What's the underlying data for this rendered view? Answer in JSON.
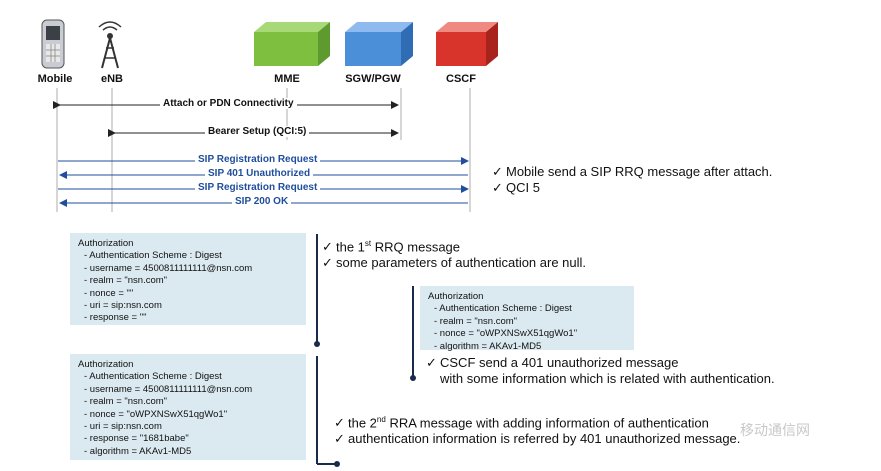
{
  "nodes": {
    "mobile": "Mobile",
    "enb": "eNB",
    "mme": "MME",
    "sgw": "SGW/PGW",
    "cscf": "CSCF"
  },
  "colors": {
    "mme": "#7fbf3f",
    "sgw": "#4a8fd8",
    "cscf": "#d9342b",
    "arrow_black": "#222222",
    "arrow_blue": "#1f4e9c",
    "box_fill": "#dbeaf0"
  },
  "messages": {
    "attach": "Attach or PDN Connectivity",
    "bearer": "Bearer Setup (QCI:5)",
    "sip_reg_1": "SIP Registration Request",
    "sip_401": "SIP 401 Unauthorized",
    "sip_reg_2": "SIP Registration Request",
    "sip_200": "SIP 200 OK"
  },
  "notes_top": {
    "line1": "Mobile send a SIP RRQ message after attach.",
    "line2": "QCI 5"
  },
  "auth_box_1": {
    "title": "Authorization",
    "fields": [
      "- Authentication Scheme : Digest",
      "- username = 4500811111111@nsn.com",
      "- realm = \"nsn.com\"",
      "- nonce = \"\"",
      "- uri = sip:nsn.com",
      "- response = \"\""
    ]
  },
  "notes_1": {
    "line1_pre": "the 1",
    "line1_sup": "st",
    "line1_post": " RRQ message",
    "line2": "some parameters of authentication are null."
  },
  "auth_box_2": {
    "title": "Authorization",
    "fields": [
      "- Authentication Scheme : Digest",
      "- realm = \"nsn.com\"",
      "- nonce = \"oWPXNSwX51qgWo1\"",
      "- algorithm = AKAv1-MD5"
    ]
  },
  "notes_2": {
    "line1": "CSCF send a 401 unauthorized message",
    "line2": "with some information which is related with authentication."
  },
  "auth_box_3": {
    "title": "Authorization",
    "fields": [
      "- Authentication Scheme : Digest",
      "- username = 4500811111111@nsn.com",
      "- realm = \"nsn.com\"",
      "- nonce = \"oWPXNSwX51qgWo1\"",
      "- uri = sip:nsn.com",
      "- response = \"1681babe\"",
      "- algorithm = AKAv1-MD5"
    ]
  },
  "notes_3": {
    "line1_pre": "the 2",
    "line1_sup": "nd",
    "line1_post": " RRA message with adding information of authentication",
    "line2": "authentication information is referred by 401 unauthorized message."
  },
  "watermark": "移动通信网"
}
